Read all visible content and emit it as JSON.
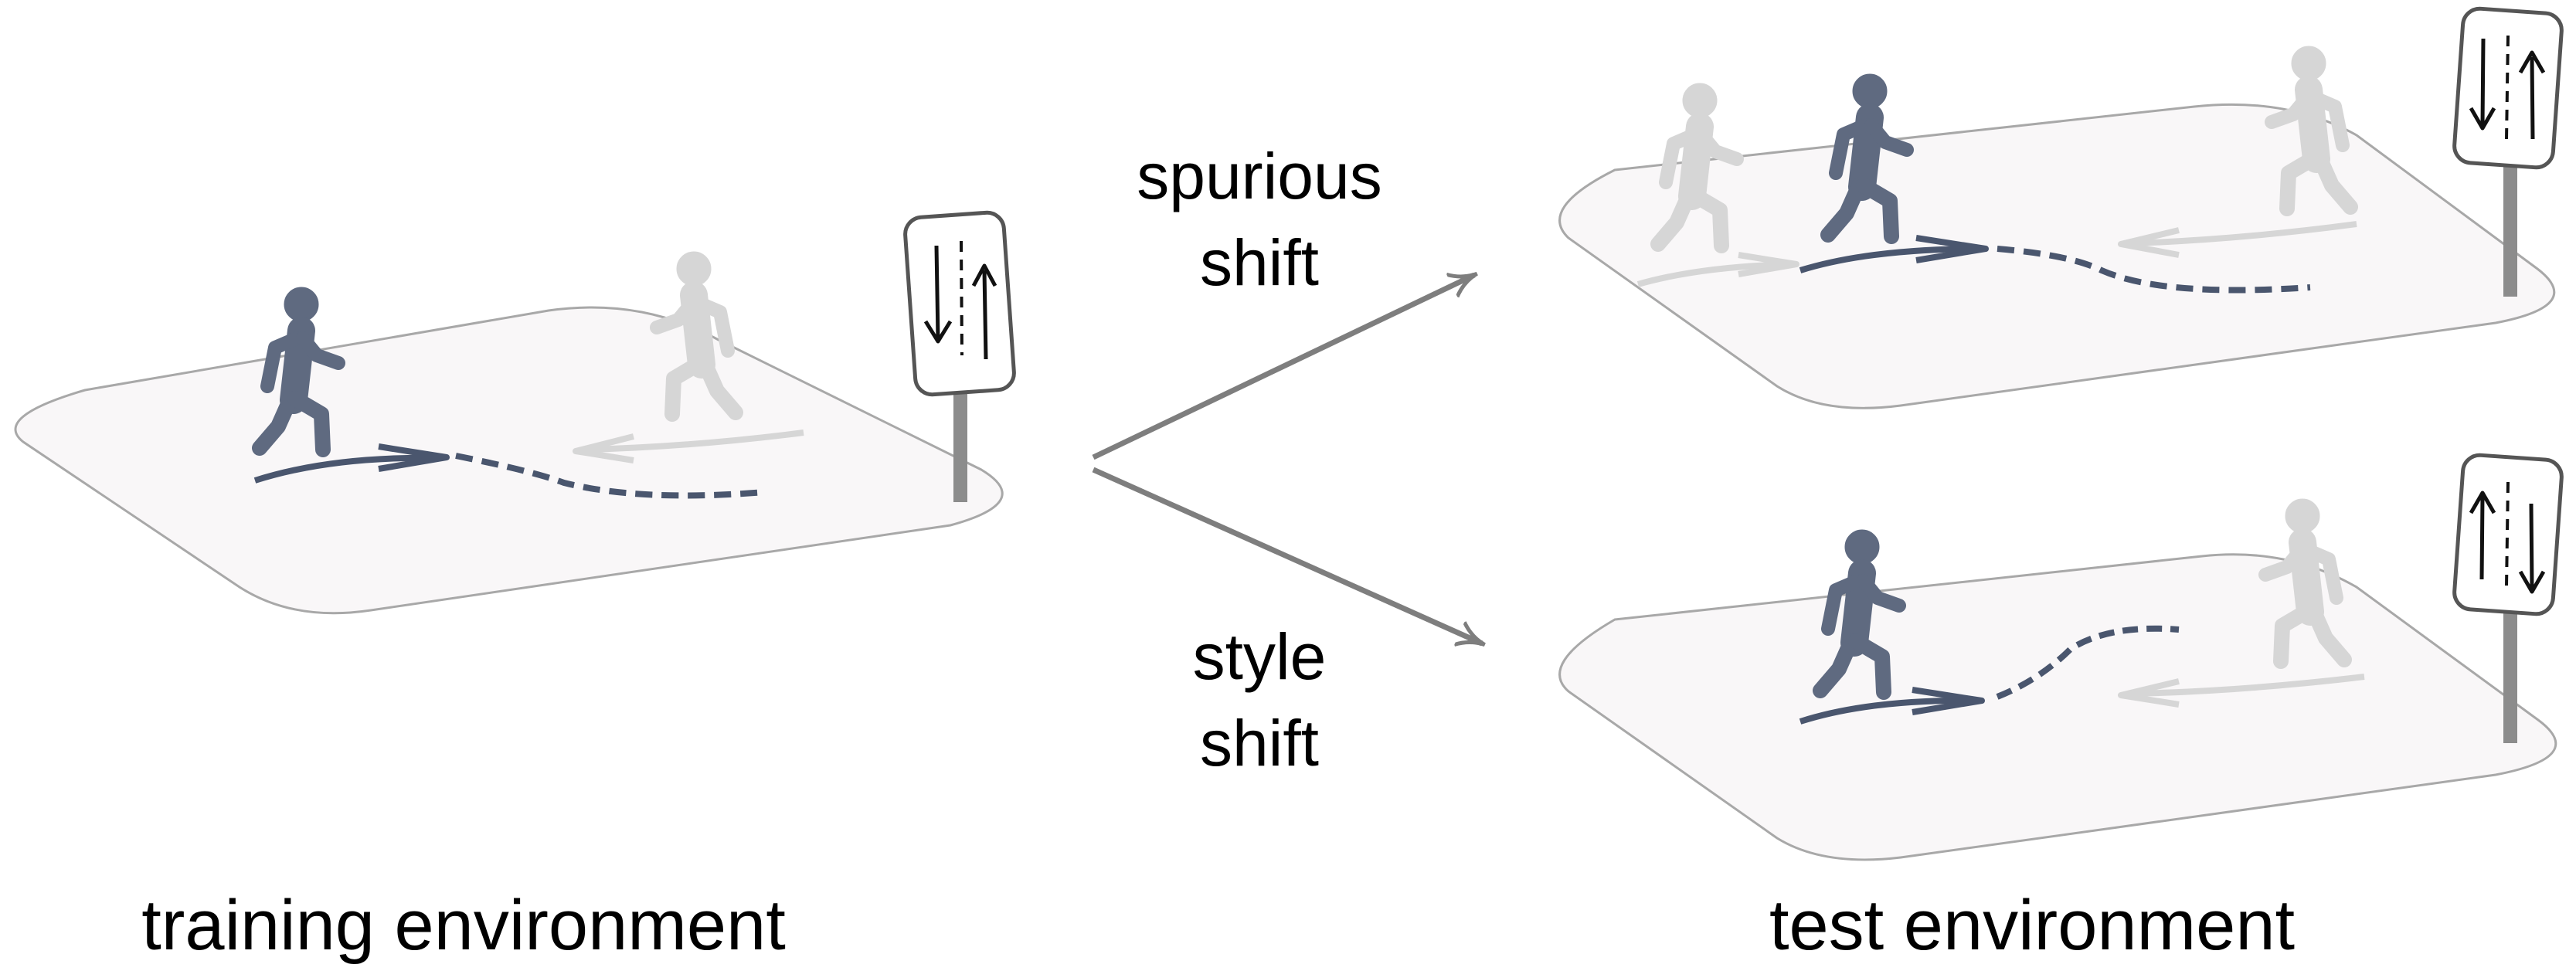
{
  "labels": {
    "shift_top_line1": "spurious",
    "shift_top_line2": "shift",
    "shift_bottom_line1": "style",
    "shift_bottom_line2": "shift",
    "training": "training environment",
    "test": "test environment"
  },
  "icons": {
    "pedestrian": "pedestrian-icon",
    "walking_path": "path-arrow-icon",
    "traffic_sign": "traffic-sign-icon"
  },
  "colors": {
    "agent": "#5F6A80",
    "ghost": "#D6D6D6",
    "platform_fill": "#F9F7F8",
    "platform_stroke": "#A8A8A8",
    "shift_arrow": "#808080",
    "sign_pole": "#8C8C8C"
  }
}
